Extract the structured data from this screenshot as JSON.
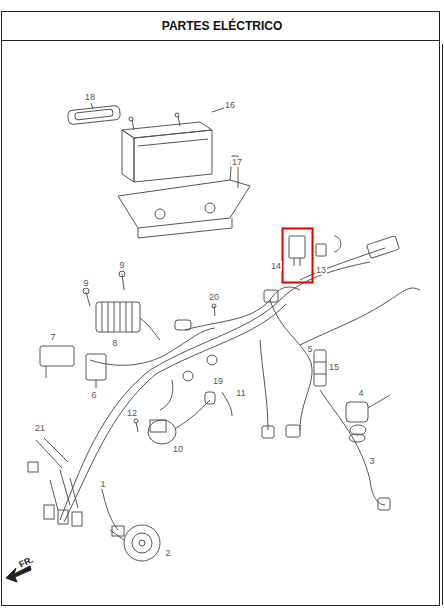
{
  "diagram": {
    "title": "PARTES ELÉCTRICO",
    "labels": [
      "18",
      "16",
      "17",
      "14",
      "13",
      "9",
      "9",
      "20",
      "7",
      "8",
      "5",
      "15",
      "6",
      "19",
      "11",
      "4",
      "12",
      "21",
      "10",
      "3",
      "1",
      "2",
      "FR."
    ]
  }
}
